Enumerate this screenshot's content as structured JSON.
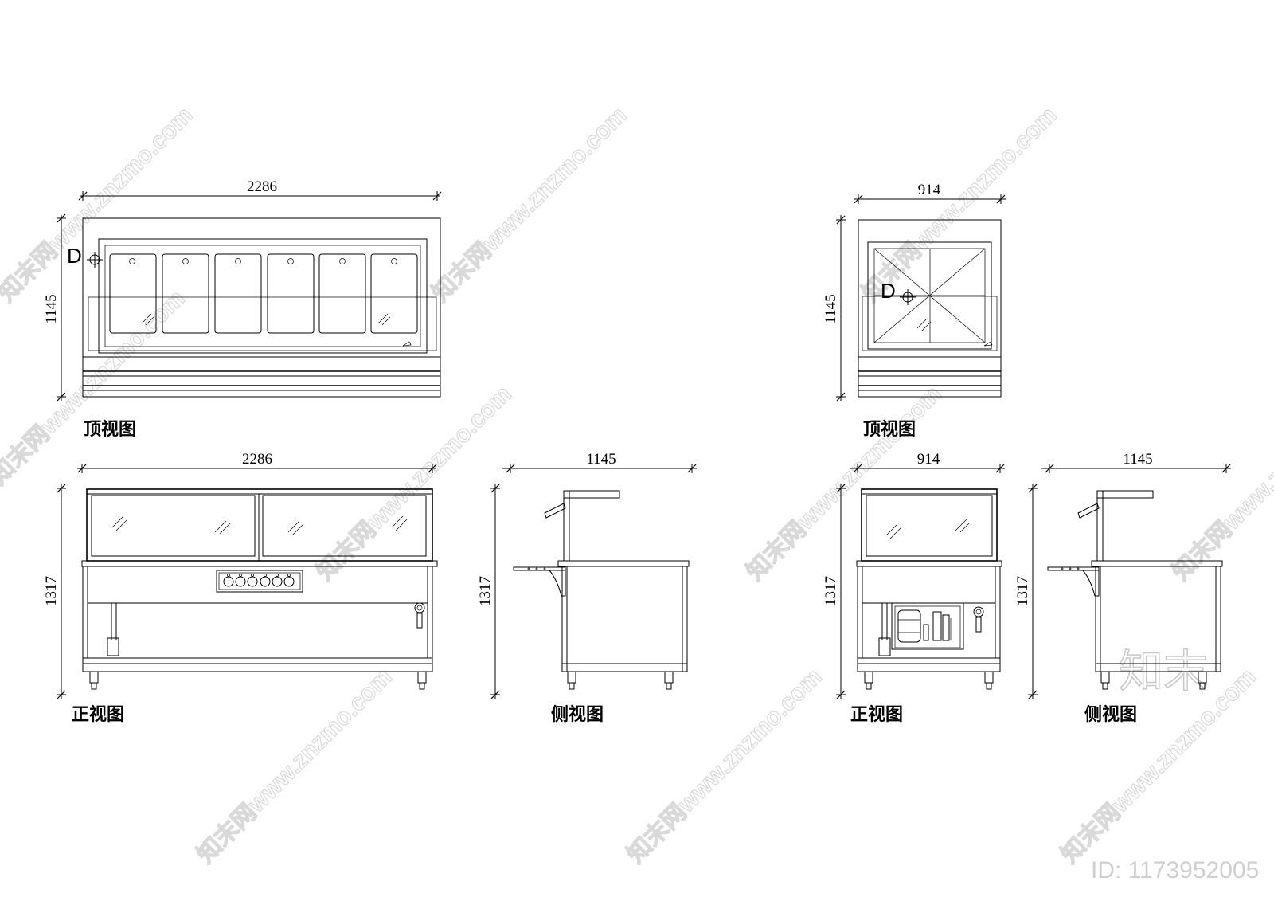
{
  "watermark": {
    "site": "知末网www.znzmo.com",
    "logo": "知末",
    "id": "ID: 1173952005"
  },
  "left_unit": {
    "top_view": {
      "label": "顶视图",
      "width_dim": "2286",
      "depth_dim": "1145",
      "marker": "D"
    },
    "front_view": {
      "label": "正视图",
      "width_dim": "2286",
      "height_dim": "1317"
    },
    "side_view": {
      "label": "侧视图",
      "width_dim": "1145",
      "height_dim": "1317"
    }
  },
  "right_unit": {
    "top_view": {
      "label": "顶视图",
      "width_dim": "914",
      "depth_dim": "1145",
      "marker": "D"
    },
    "front_view": {
      "label": "正视图",
      "width_dim": "914",
      "height_dim": "1317"
    },
    "side_view": {
      "label": "侧视图",
      "width_dim": "1145",
      "height_dim": "1317"
    }
  }
}
